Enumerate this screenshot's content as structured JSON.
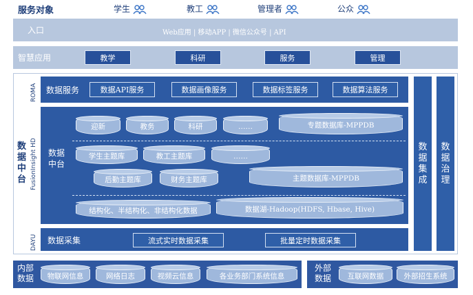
{
  "service_target": {
    "label": "服务对象",
    "users": [
      "学生",
      "教工",
      "管理者",
      "公众"
    ]
  },
  "entrance": {
    "label": "入口",
    "channels": "Web应用 | 移动APP | 微信公众号 | API"
  },
  "smart_app": {
    "label": "智慧应用",
    "items": [
      "教学",
      "科研",
      "服务",
      "管理"
    ]
  },
  "data_platform": {
    "side_label": "数据中台",
    "roma": "ROMA",
    "fusion": "FusionInsight HD",
    "dayu": "DAYU",
    "data_service": {
      "label": "数据服务",
      "items": [
        "数据API服务",
        "数据画像服务",
        "数据标签服务",
        "数据算法服务"
      ]
    },
    "data_middle": {
      "label": "数据中台",
      "topic_row1": [
        "迎新",
        "教务",
        "科研",
        "……"
      ],
      "special_db": "专题数据库-MPPDB",
      "subject_row1": [
        "学生主题库",
        "教工主题库",
        "……"
      ],
      "subject_row2": [
        "后勤主题库",
        "财务主题库"
      ],
      "subject_db": "主题数据库-MPPDB",
      "structured": "结构化、半结构化、非结构化数据",
      "lake": "数据湖-Hadoop(HDFS, Hbase, Hive)"
    },
    "collect": {
      "label": "数据采集",
      "items": [
        "流式实时数据采集",
        "批量定时数据采集"
      ]
    },
    "integration": "数据集成",
    "governance": "数据治理"
  },
  "internal": {
    "label": "内部数据",
    "items": [
      "物联网信息",
      "网络日志",
      "视频云信息",
      "各业务部门系统信息"
    ]
  },
  "external": {
    "label": "外部数据",
    "items": [
      "互联网数据",
      "外部招生系统"
    ]
  },
  "colors": {
    "dark_blue": "#2d5aa3",
    "light_band": "#b7c7de",
    "cylinder": "#9fb8dc"
  }
}
